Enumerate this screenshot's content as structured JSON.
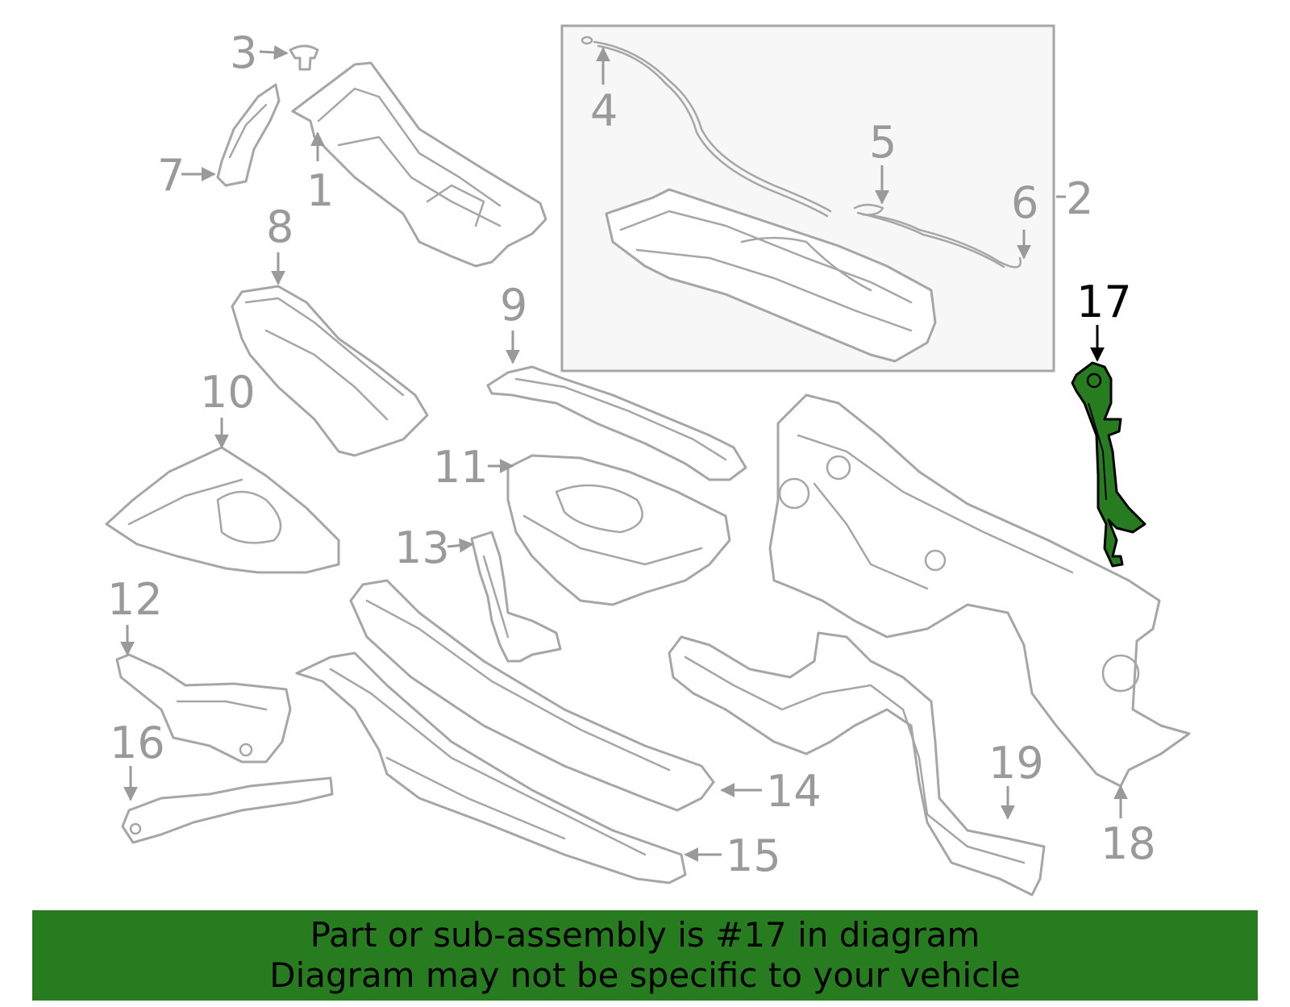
{
  "callouts": {
    "c1": "1",
    "c2": "2",
    "c3": "3",
    "c4": "4",
    "c5": "5",
    "c6": "6",
    "c7": "7",
    "c8": "8",
    "c9": "9",
    "c10": "10",
    "c11": "11",
    "c12": "12",
    "c13": "13",
    "c14": "14",
    "c15": "15",
    "c16": "16",
    "c17": "17",
    "c18": "18",
    "c19": "19"
  },
  "highlighted_part": "17",
  "colors": {
    "highlight_fill": "#267c1f",
    "banner_bg": "#267c1f",
    "part_stroke": "#a6a6a6",
    "callout_text": "#9a9a9a"
  },
  "banner": {
    "line1": "Part or sub-assembly is #17 in diagram",
    "line2": "Diagram may not be specific to your vehicle"
  }
}
